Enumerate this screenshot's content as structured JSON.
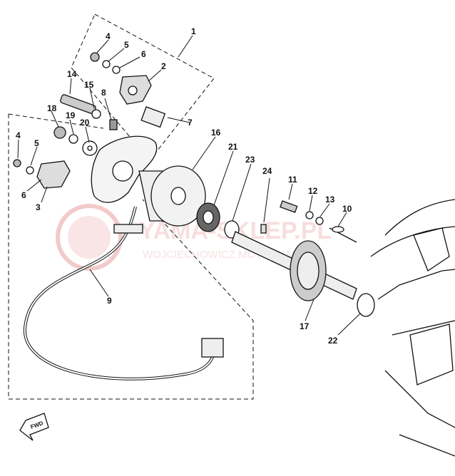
{
  "watermark": {
    "brand": "YAMA-SKLEP.PL",
    "sub": "WOJCIECHOWICZ MOTO YAMAHA"
  },
  "fwd_label": "FWD",
  "callouts": {
    "c1": "1",
    "c2": "2",
    "c3": "3",
    "c4a": "4",
    "c4b": "4",
    "c5a": "5",
    "c5b": "5",
    "c6a": "6",
    "c6b": "6",
    "c7": "7",
    "c8": "8",
    "c9": "9",
    "c10": "10",
    "c11": "11",
    "c12": "12",
    "c13": "13",
    "c14": "14",
    "c15": "15",
    "c16": "16",
    "c17": "17",
    "c18": "18",
    "c19": "19",
    "c20": "20",
    "c21": "21",
    "c22": "22",
    "c23": "23",
    "c24": "24"
  },
  "colors": {
    "line": "#111111",
    "watermark": "#e8a0a0"
  }
}
